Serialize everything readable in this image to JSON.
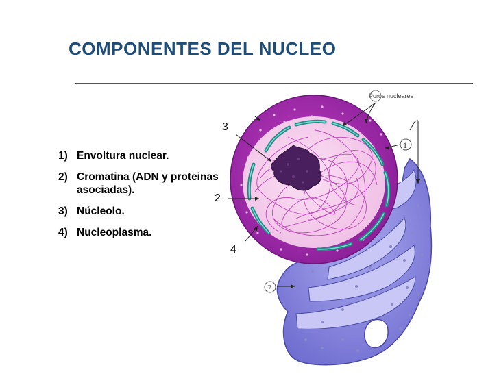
{
  "slide": {
    "title": "COMPONENTES DEL NUCLEO"
  },
  "components": [
    {
      "num": "1)",
      "label": "Envoltura nuclear."
    },
    {
      "num": "2)",
      "label": "Cromatina (ADN y proteinas asociadas)."
    },
    {
      "num": "3)",
      "label": "Núcleolo."
    },
    {
      "num": "4)",
      "label": "Nucleoplasma."
    }
  ],
  "diagram": {
    "pore_label": "Poros nucleares",
    "markers": {
      "three": "3",
      "two": "2",
      "four": "4",
      "one_circled": "1",
      "seven_circled": "7"
    }
  }
}
